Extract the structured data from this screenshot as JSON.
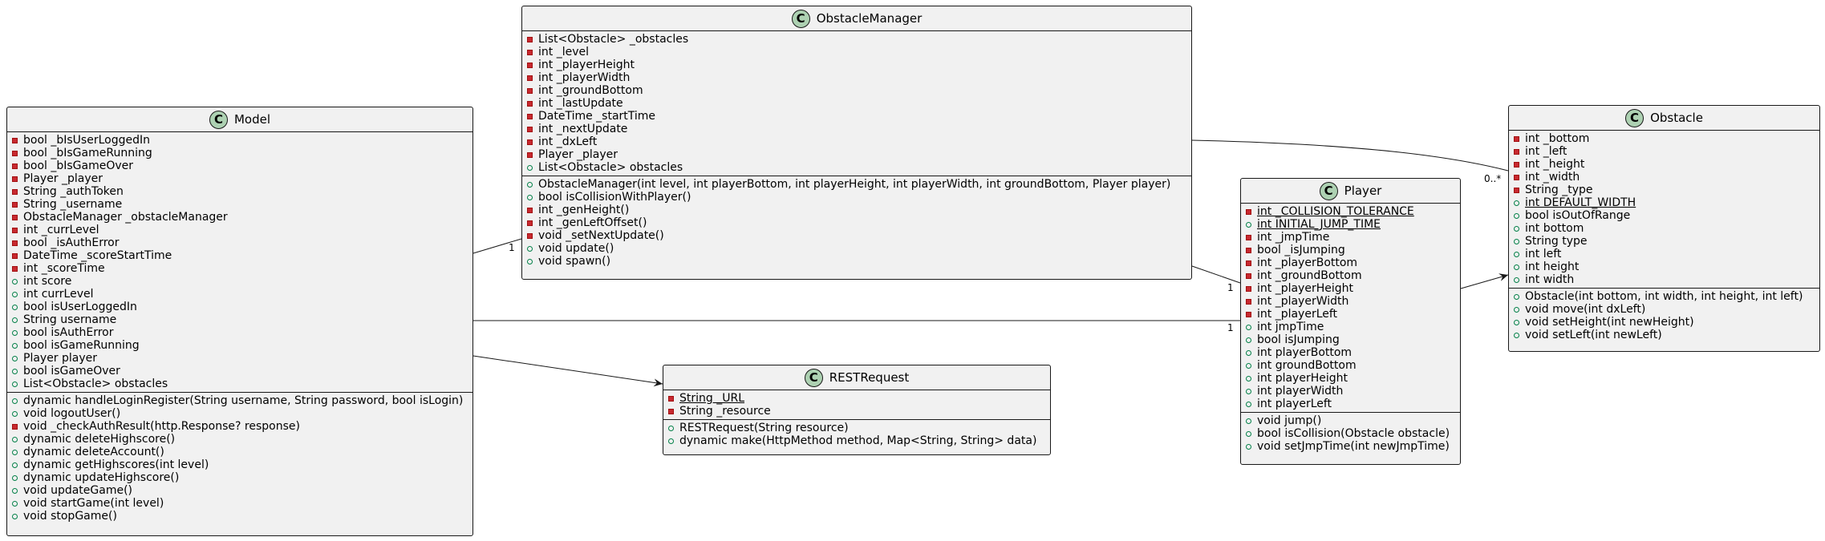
{
  "classes": {
    "model": {
      "name": "Model",
      "badge": "C",
      "attributes": [
        {
          "vis": "private",
          "text": "bool _bIsUserLoggedIn"
        },
        {
          "vis": "private",
          "text": "bool _bIsGameRunning"
        },
        {
          "vis": "private",
          "text": "bool _bIsGameOver"
        },
        {
          "vis": "private",
          "text": "Player _player"
        },
        {
          "vis": "private",
          "text": "String _authToken"
        },
        {
          "vis": "private",
          "text": "String _username"
        },
        {
          "vis": "private",
          "text": "ObstacleManager _obstacleManager"
        },
        {
          "vis": "private",
          "text": "int _currLevel"
        },
        {
          "vis": "private",
          "text": "bool _isAuthError"
        },
        {
          "vis": "private",
          "text": "DateTime _scoreStartTime"
        },
        {
          "vis": "private",
          "text": "int _scoreTime"
        },
        {
          "vis": "public",
          "text": "int score"
        },
        {
          "vis": "public",
          "text": "int currLevel"
        },
        {
          "vis": "public",
          "text": "bool isUserLoggedIn"
        },
        {
          "vis": "public",
          "text": "String username"
        },
        {
          "vis": "public",
          "text": "bool isAuthError"
        },
        {
          "vis": "public",
          "text": "bool isGameRunning"
        },
        {
          "vis": "public",
          "text": "Player player"
        },
        {
          "vis": "public",
          "text": "bool isGameOver"
        },
        {
          "vis": "public",
          "text": "List<Obstacle> obstacles"
        }
      ],
      "methods": [
        {
          "vis": "public",
          "text": "dynamic handleLoginRegister(String username, String password, bool isLogin)"
        },
        {
          "vis": "public",
          "text": "void logoutUser()"
        },
        {
          "vis": "private-op",
          "text": "void _checkAuthResult(http.Response? response)"
        },
        {
          "vis": "public",
          "text": "dynamic deleteHighscore()"
        },
        {
          "vis": "public",
          "text": "dynamic deleteAccount()"
        },
        {
          "vis": "public",
          "text": "dynamic getHighscores(int level)"
        },
        {
          "vis": "public",
          "text": "dynamic updateHighscore()"
        },
        {
          "vis": "public",
          "text": "void updateGame()"
        },
        {
          "vis": "public",
          "text": "void startGame(int level)"
        },
        {
          "vis": "public",
          "text": "void stopGame()"
        }
      ]
    },
    "obstacle_manager": {
      "name": "ObstacleManager",
      "badge": "C",
      "attributes": [
        {
          "vis": "private",
          "text": "List<Obstacle> _obstacles"
        },
        {
          "vis": "private",
          "text": "int _level"
        },
        {
          "vis": "private",
          "text": "int _playerHeight"
        },
        {
          "vis": "private",
          "text": "int _playerWidth"
        },
        {
          "vis": "private",
          "text": "int _groundBottom"
        },
        {
          "vis": "private",
          "text": "int _lastUpdate"
        },
        {
          "vis": "private",
          "text": "DateTime _startTime"
        },
        {
          "vis": "private",
          "text": "int _nextUpdate"
        },
        {
          "vis": "private",
          "text": "int _dxLeft"
        },
        {
          "vis": "private",
          "text": "Player _player"
        },
        {
          "vis": "public",
          "text": "List<Obstacle> obstacles"
        }
      ],
      "methods": [
        {
          "vis": "public",
          "text": "ObstacleManager(int level, int playerBottom, int playerHeight, int playerWidth, int groundBottom, Player player)"
        },
        {
          "vis": "public",
          "text": "bool isCollisionWithPlayer()"
        },
        {
          "vis": "private-op",
          "text": "int _genHeight()"
        },
        {
          "vis": "private-op",
          "text": "int _genLeftOffset()"
        },
        {
          "vis": "private-op",
          "text": "void _setNextUpdate()"
        },
        {
          "vis": "public",
          "text": "void update()"
        },
        {
          "vis": "public",
          "text": "void spawn()"
        }
      ]
    },
    "rest_request": {
      "name": "RESTRequest",
      "badge": "C",
      "attributes": [
        {
          "vis": "private",
          "text": "String _URL",
          "static": true
        },
        {
          "vis": "private",
          "text": "String _resource"
        }
      ],
      "methods": [
        {
          "vis": "public",
          "text": "RESTRequest(String resource)"
        },
        {
          "vis": "public",
          "text": "dynamic make(HttpMethod method, Map<String, String> data)"
        }
      ]
    },
    "player": {
      "name": "Player",
      "badge": "C",
      "attributes": [
        {
          "vis": "private",
          "text": "int _COLLISION_TOLERANCE",
          "static": true
        },
        {
          "vis": "public",
          "text": "int INITIAL_JUMP_TIME",
          "static": true
        },
        {
          "vis": "private",
          "text": "int _jmpTime"
        },
        {
          "vis": "private",
          "text": "bool _isJumping"
        },
        {
          "vis": "private",
          "text": "int _playerBottom"
        },
        {
          "vis": "private",
          "text": "int _groundBottom"
        },
        {
          "vis": "private",
          "text": "int _playerHeight"
        },
        {
          "vis": "private",
          "text": "int _playerWidth"
        },
        {
          "vis": "private",
          "text": "int _playerLeft"
        },
        {
          "vis": "public",
          "text": "int jmpTime"
        },
        {
          "vis": "public",
          "text": "bool isJumping"
        },
        {
          "vis": "public",
          "text": "int playerBottom"
        },
        {
          "vis": "public",
          "text": "int groundBottom"
        },
        {
          "vis": "public",
          "text": "int playerHeight"
        },
        {
          "vis": "public",
          "text": "int playerWidth"
        },
        {
          "vis": "public",
          "text": "int playerLeft"
        }
      ],
      "methods": [
        {
          "vis": "public",
          "text": "void jump()"
        },
        {
          "vis": "public",
          "text": "bool isCollision(Obstacle obstacle)"
        },
        {
          "vis": "public",
          "text": "void setJmpTime(int newJmpTime)"
        }
      ]
    },
    "obstacle": {
      "name": "Obstacle",
      "badge": "C",
      "attributes": [
        {
          "vis": "private",
          "text": "int _bottom"
        },
        {
          "vis": "private",
          "text": "int _left"
        },
        {
          "vis": "private",
          "text": "int _height"
        },
        {
          "vis": "private",
          "text": "int _width"
        },
        {
          "vis": "private",
          "text": "String _type"
        },
        {
          "vis": "public",
          "text": "int DEFAULT_WIDTH",
          "static": true
        },
        {
          "vis": "public",
          "text": "bool isOutOfRange"
        },
        {
          "vis": "public",
          "text": "int bottom"
        },
        {
          "vis": "public",
          "text": "String type"
        },
        {
          "vis": "public",
          "text": "int left"
        },
        {
          "vis": "public",
          "text": "int height"
        },
        {
          "vis": "public",
          "text": "int width"
        }
      ],
      "methods": [
        {
          "vis": "public",
          "text": "Obstacle(int bottom, int width, int height, int left)"
        },
        {
          "vis": "public",
          "text": "void move(int dxLeft)"
        },
        {
          "vis": "public",
          "text": "void setHeight(int newHeight)"
        },
        {
          "vis": "public",
          "text": "void setLeft(int newLeft)"
        }
      ]
    }
  },
  "multiplicities": {
    "model_obstaclemanager": "1",
    "model_player": "1",
    "obstaclemanager_player": "1",
    "obstaclemanager_obstacle": "0..*"
  },
  "colors": {
    "box_fill": "#f1f1f1",
    "border": "#181818",
    "badge": "#add1b2",
    "private": "#c82930",
    "public": "#038048"
  }
}
